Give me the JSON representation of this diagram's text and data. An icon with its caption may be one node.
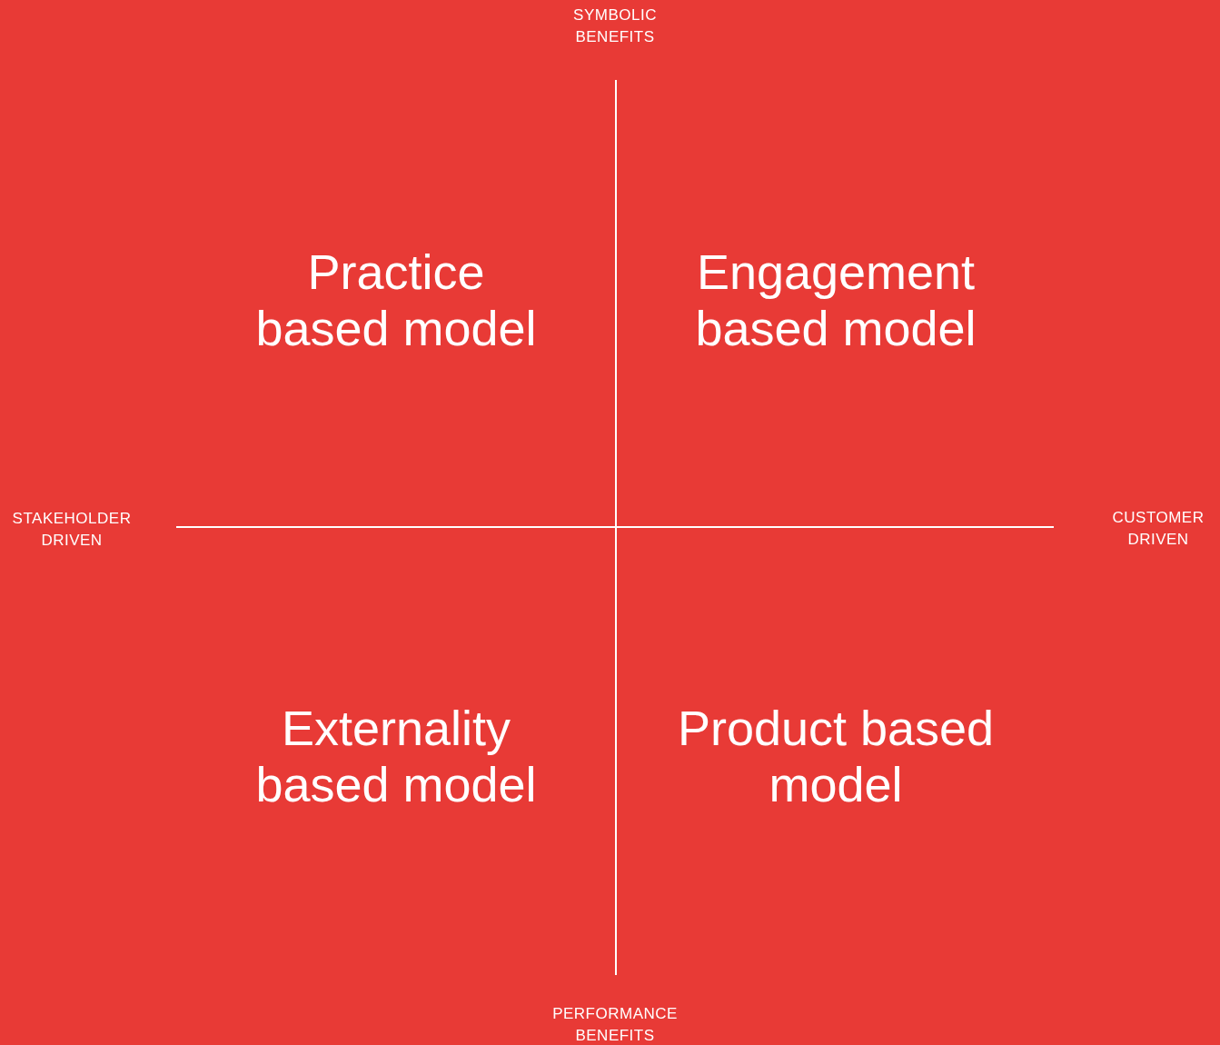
{
  "diagram": {
    "labels": [
      "SYMBOLIC BENEFITS",
      "Practice based model",
      "Engagement based model",
      "STAKEHOLDER DRIVEN",
      "CUSTOMER DRIVEN",
      "Externality based model",
      "Product based model",
      "PERFORMANCE BENEFITS"
    ]
  }
}
